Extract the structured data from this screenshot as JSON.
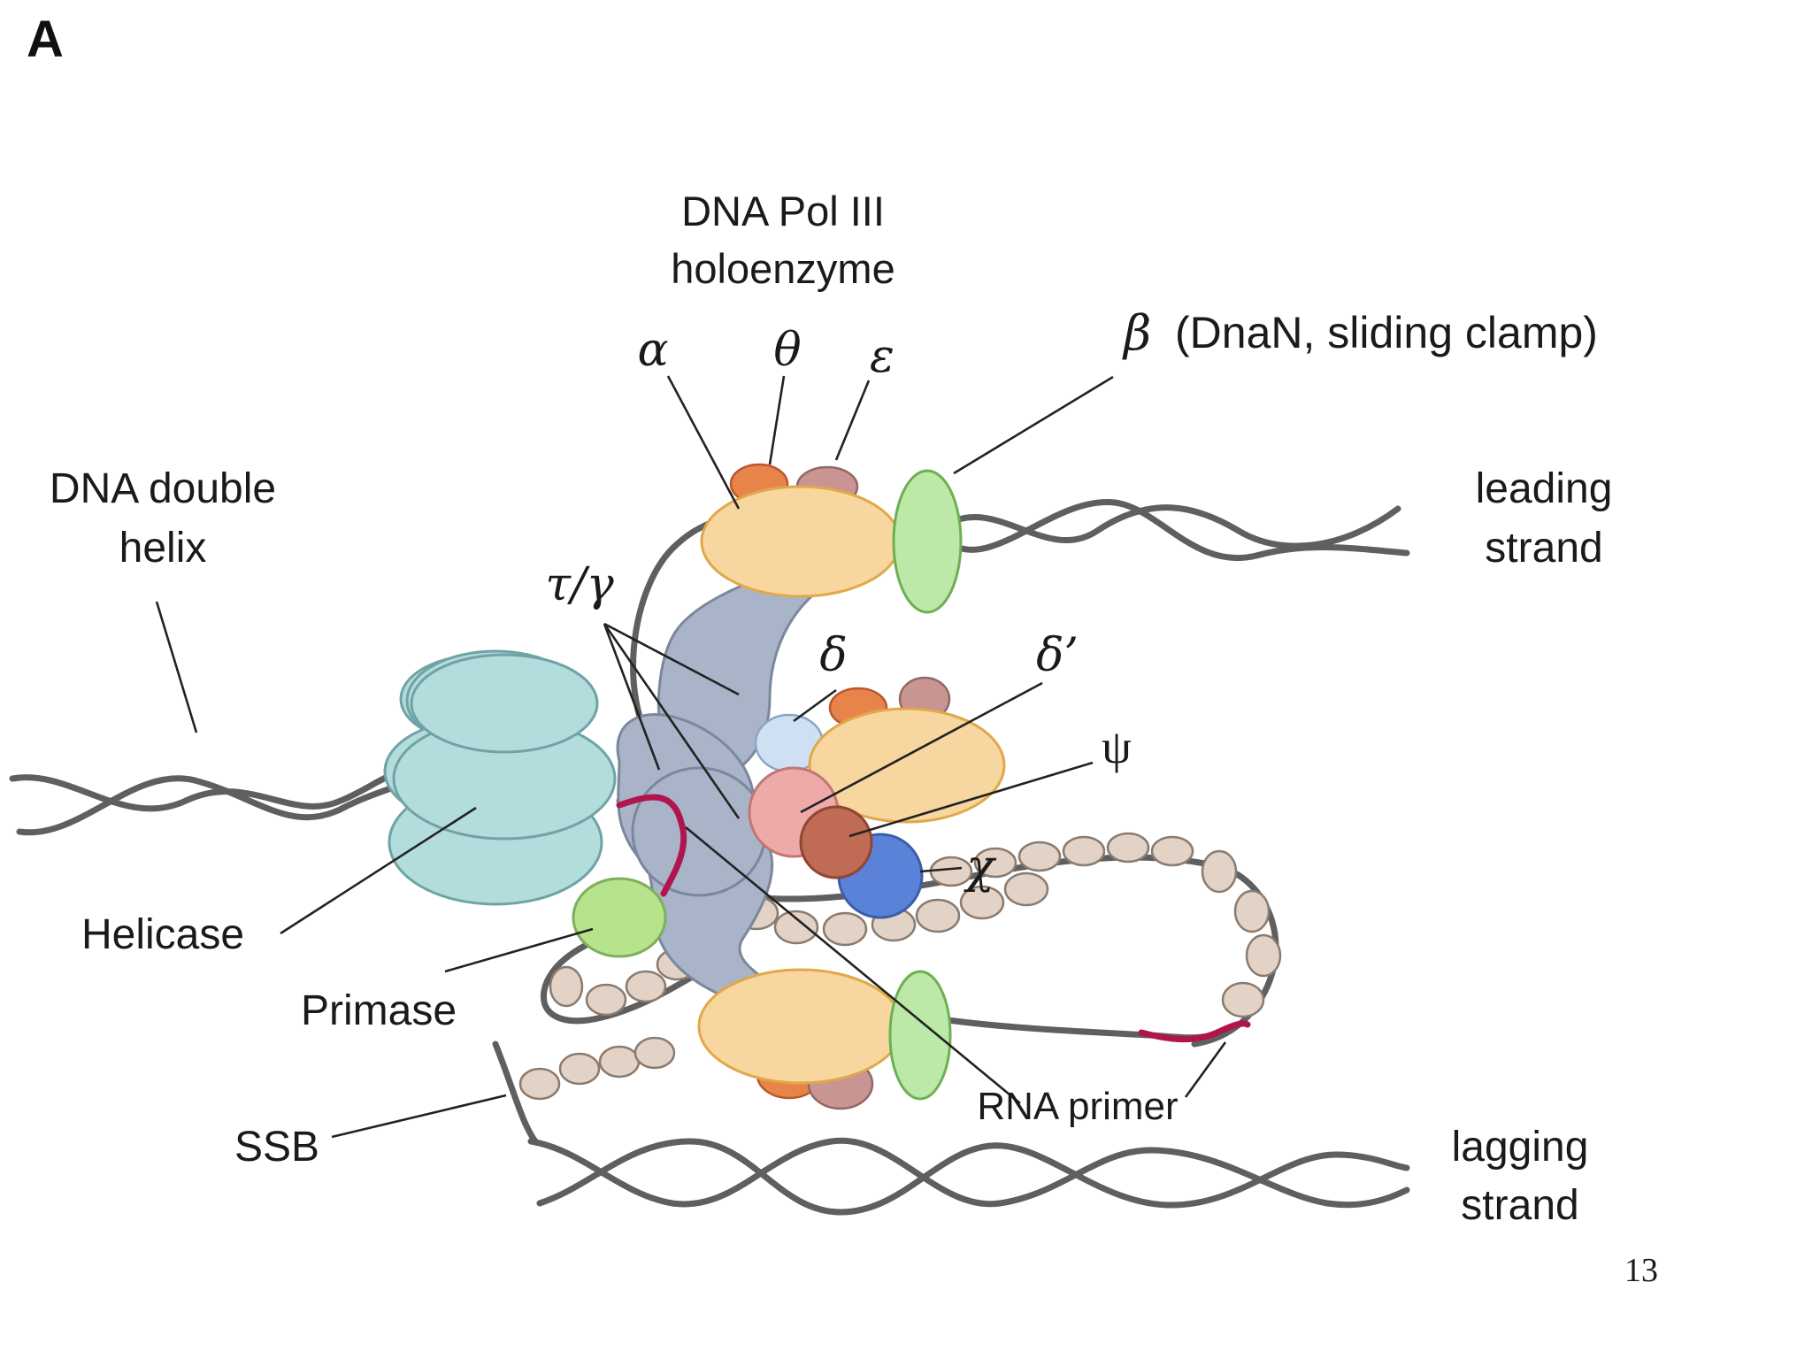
{
  "figure": {
    "panel_letter": "A",
    "page_number": "13",
    "title_line1": "DNA Pol III",
    "title_line2": "holoenzyme"
  },
  "labels": {
    "alpha": "α",
    "theta": "θ",
    "epsilon": "ε",
    "beta_symbol": "β",
    "beta_text": "(DnaN, sliding clamp)",
    "dna_helix_line1": "DNA double",
    "dna_helix_line2": "helix",
    "leading_line1": "leading",
    "leading_line2": "strand",
    "tau_gamma": "τ/γ",
    "delta": "δ",
    "delta_prime": "δ’",
    "psi": "ψ",
    "chi": "χ",
    "helicase": "Helicase",
    "primase": "Primase",
    "ssb": "SSB",
    "rna_primer": "RNA primer",
    "lagging_line1": "lagging",
    "lagging_line2": "strand"
  },
  "colors": {
    "helicase": "#b3dcdc",
    "alpha": "#f8d6a0",
    "theta": "#e8844a",
    "epsilon": "#c99592",
    "beta": "#bde9a8",
    "tau_gamma": "#a9b4c8",
    "delta": "#cfe0f3",
    "delta_prime": "#eeaaa8",
    "psi": "#c06b54",
    "chi": "#5a82d8",
    "primase": "#b6e38c",
    "ssb": "#e3d3c6",
    "rna_primer": "#b0154e",
    "dna": "#5f5f5f"
  }
}
